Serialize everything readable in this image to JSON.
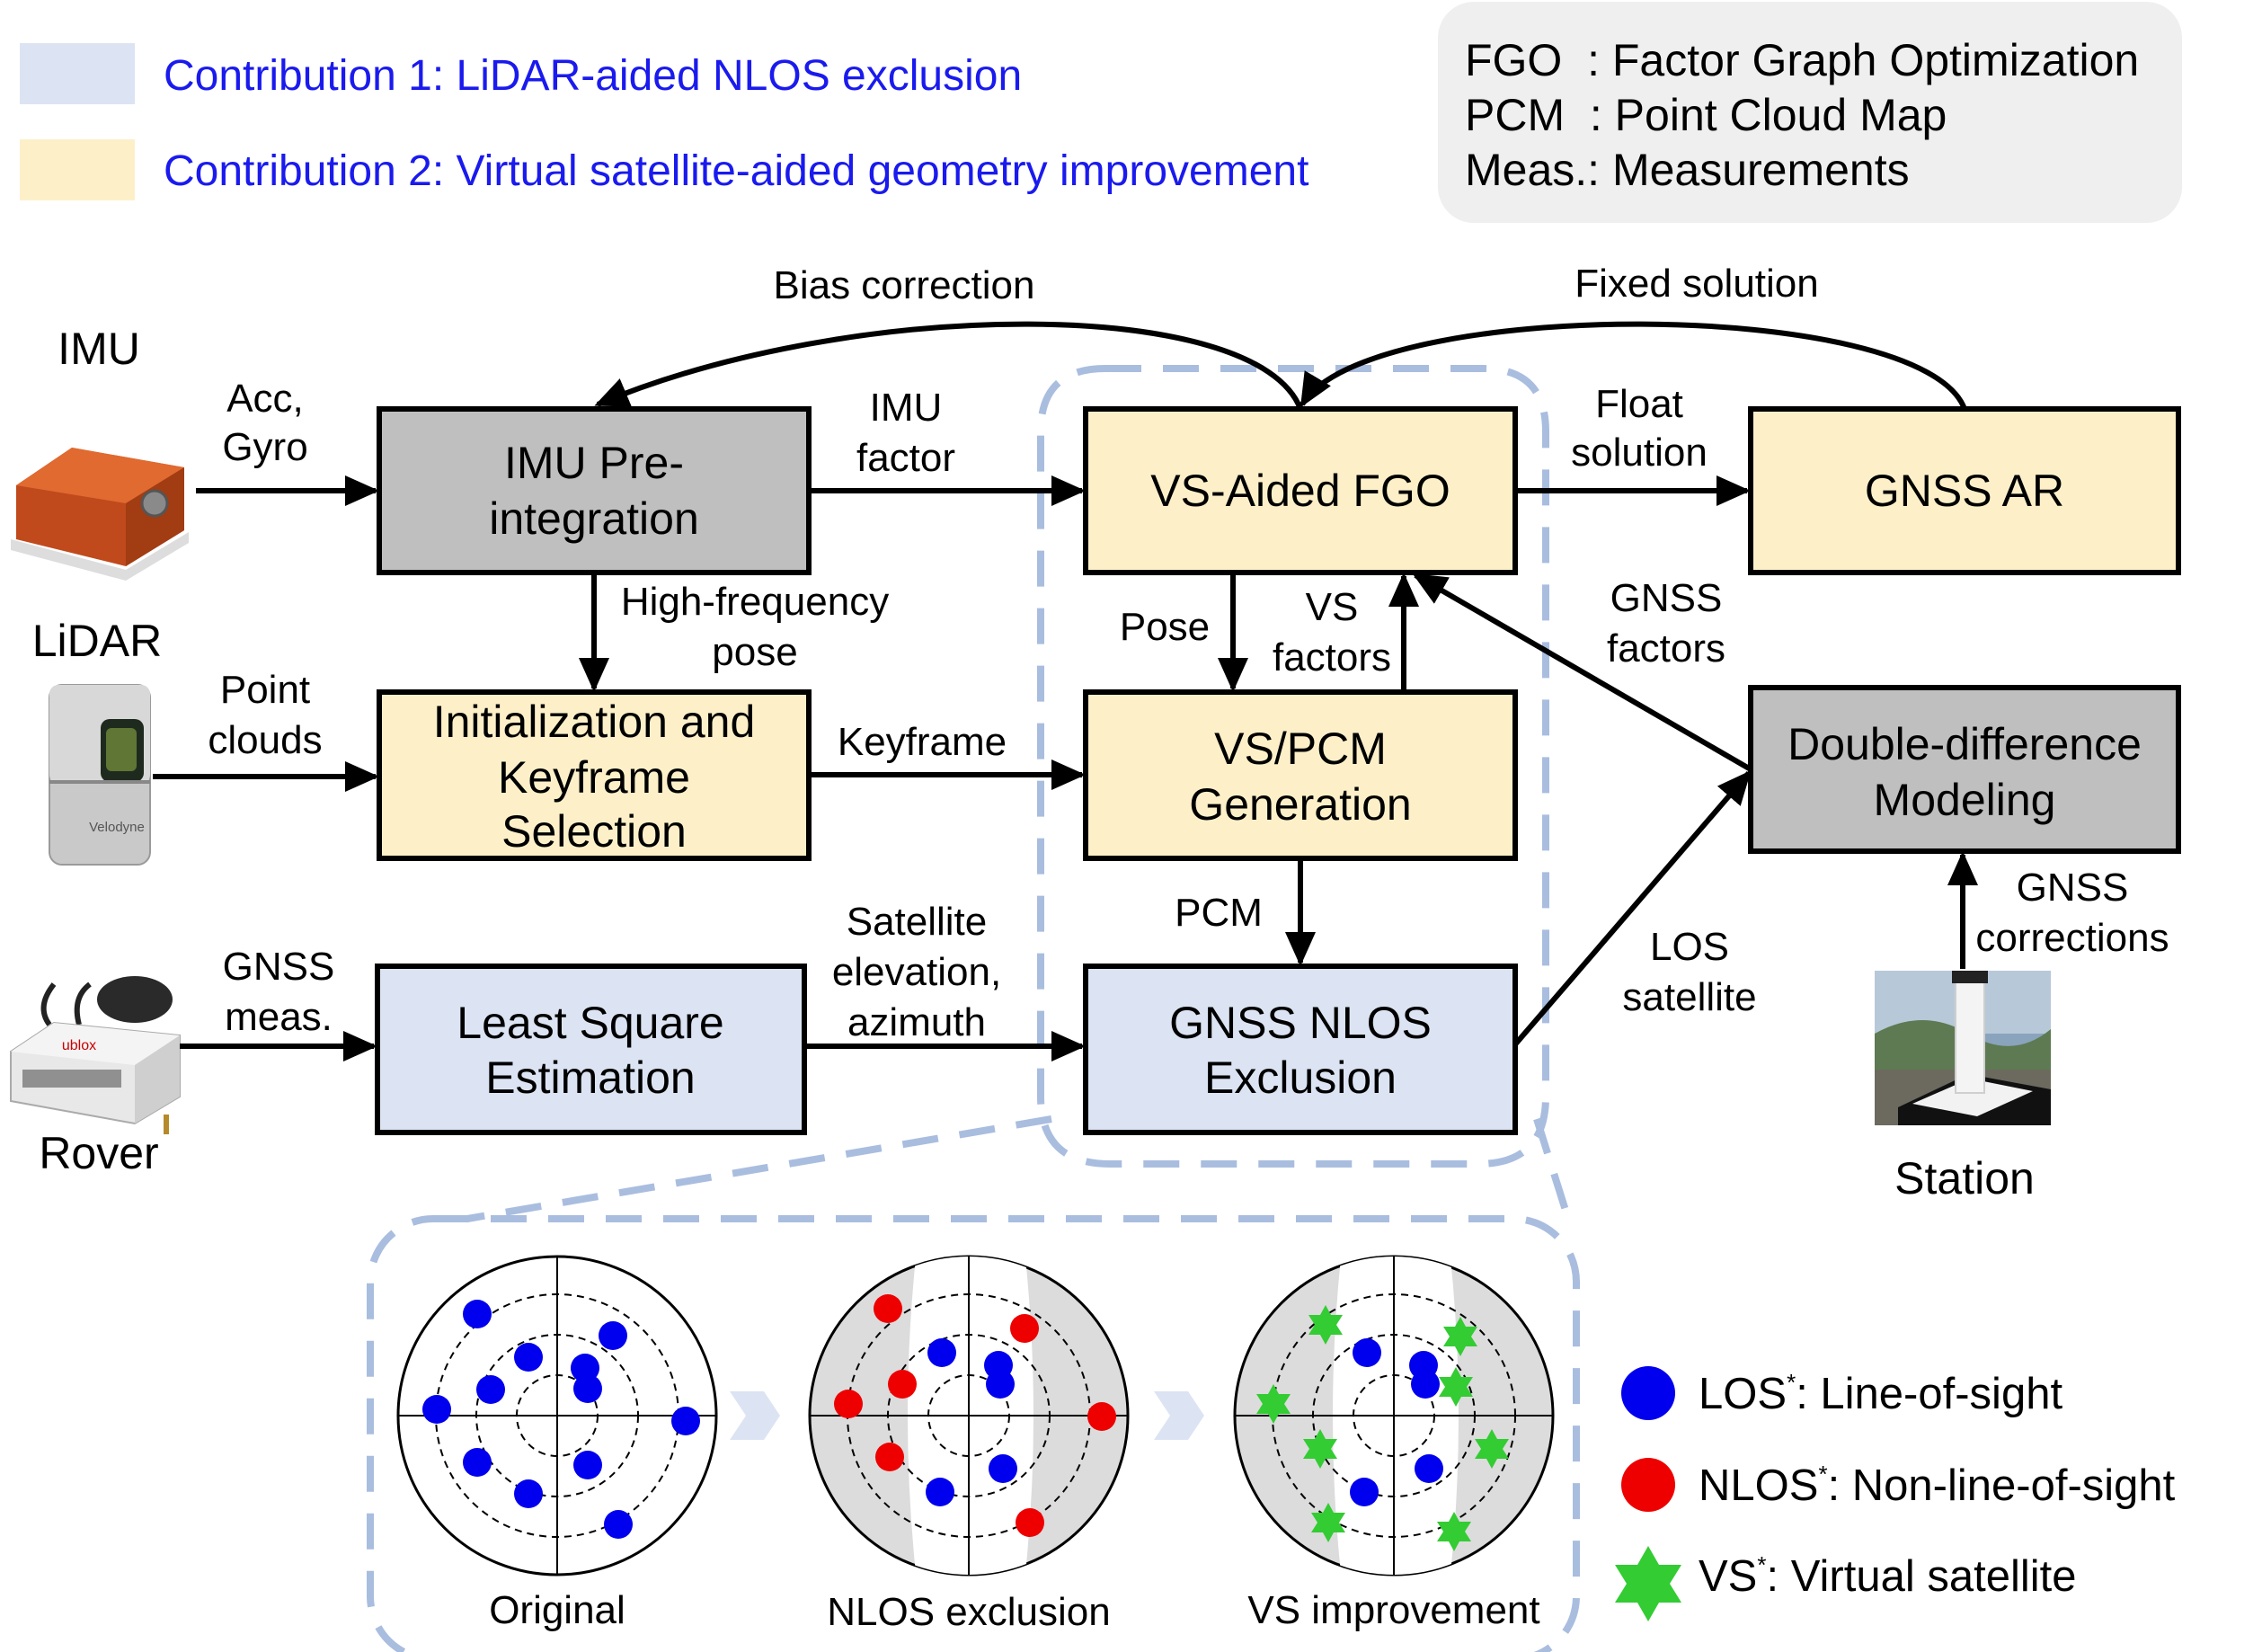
{
  "contributions": [
    {
      "text": "Contribution 1: LiDAR-aided NLOS exclusion",
      "color": "#dce4f3"
    },
    {
      "text": "Contribution 2: Virtual satellite-aided geometry improvement",
      "color": "#fdf0c9"
    }
  ],
  "abbreviations": [
    "FGO  : Factor Graph Optimization",
    "PCM  : Point Cloud Map",
    "Meas.: Measurements"
  ],
  "sensors": {
    "imu": "IMU",
    "lidar": "LiDAR",
    "lidar_brand": "Velodyne",
    "rover": "Rover",
    "rover_brand": "ublox",
    "station": "Station"
  },
  "blocks": {
    "imu_preint": [
      "IMU Pre-",
      "integration"
    ],
    "init_keyframe": [
      "Initialization and",
      "Keyframe",
      "Selection"
    ],
    "lse": [
      "Least Square",
      "Estimation"
    ],
    "vs_fgo": [
      "VS-Aided FGO"
    ],
    "vs_pcm": [
      "VS/PCM",
      "Generation"
    ],
    "nlos": [
      "GNSS NLOS",
      "Exclusion"
    ],
    "gnss_ar": [
      "GNSS AR"
    ],
    "dd": [
      "Double-difference",
      "Modeling"
    ]
  },
  "edge_labels": {
    "acc_gyro": [
      "Acc,",
      "Gyro"
    ],
    "point_clouds": [
      "Point",
      "clouds"
    ],
    "gnss_meas": [
      "GNSS",
      "meas."
    ],
    "imu_factor": [
      "IMU",
      "factor"
    ],
    "high_freq": [
      "High-frequency",
      "pose"
    ],
    "keyframe": [
      "Keyframe"
    ],
    "sat_elev": [
      "Satellite",
      "elevation,",
      "azimuth"
    ],
    "pose": [
      "Pose"
    ],
    "vs_factors": [
      "VS",
      "factors"
    ],
    "pcm": [
      "PCM"
    ],
    "float_solution": [
      "Float",
      "solution"
    ],
    "gnss_factors": [
      "GNSS",
      "factors"
    ],
    "los_satellite": [
      "LOS",
      "satellite"
    ],
    "gnss_corrections": [
      "GNSS",
      "corrections"
    ],
    "bias_correction": [
      "Bias correction"
    ],
    "fixed_solution": [
      "Fixed solution"
    ]
  },
  "skyplots": {
    "captions": [
      "Original",
      "NLOS exclusion",
      "VS improvement"
    ]
  },
  "legend": [
    {
      "symbol": "blue-dot",
      "abbr": "LOS",
      "text": ": Line-of-sight",
      "color": "#0000ee"
    },
    {
      "symbol": "red-dot",
      "abbr": "NLOS",
      "text": ": Non-line-of-sight",
      "color": "#ee0000"
    },
    {
      "symbol": "green-star",
      "abbr": "VS",
      "text": ": Virtual satellite",
      "color": "#33cc33"
    }
  ],
  "colors": {
    "blue_fill": "#dce4f3",
    "yellow_fill": "#fdf0c9",
    "gray_fill": "#bfbfbf",
    "dash": "#a9bddf",
    "contribution_text": "#1a1aee"
  }
}
